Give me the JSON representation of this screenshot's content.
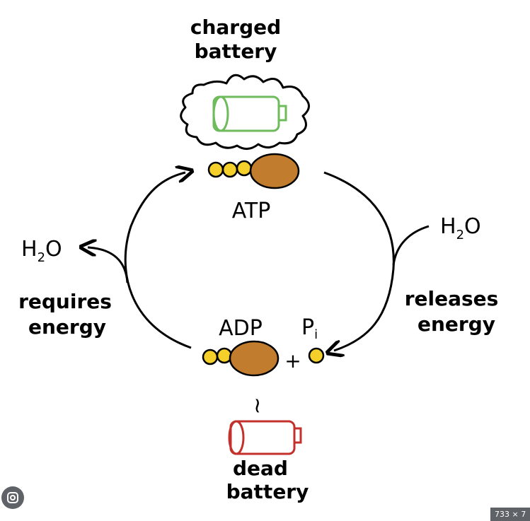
{
  "labels": {
    "charged_line1": "charged",
    "charged_line2": "battery",
    "atp": "ATP",
    "adp": "ADP",
    "pi_main": "P",
    "pi_sub": "i",
    "plus": "+",
    "tilde": "~",
    "water_left_h": "H",
    "water_left_sub": "2",
    "water_left_o": "O",
    "water_right_h": "H",
    "water_right_sub": "2",
    "water_right_o": "O",
    "requires_line1": "requires",
    "requires_line2": "energy",
    "releases_line1": "releases",
    "releases_line2": "energy",
    "dead_line1": "dead",
    "dead_line2": "battery"
  },
  "overlay": {
    "size_badge": "733 × 7"
  },
  "colors": {
    "charged_battery": "#6dbb5a",
    "dead_battery": "#c4302b",
    "phosphate": "#f5d02a",
    "adenosine": "#c27c2e",
    "ink": "#000000"
  },
  "icons": {
    "visual_search": "lens-icon"
  }
}
